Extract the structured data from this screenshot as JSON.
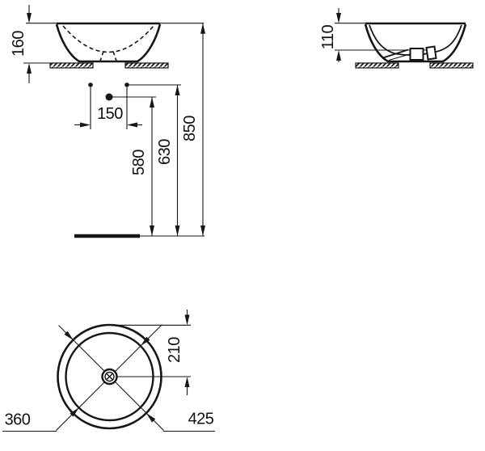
{
  "drawing": {
    "colors": {
      "line": "#161616",
      "background": "#ffffff"
    },
    "dimensions": {
      "basin_height": "160",
      "bowl_depth": "110",
      "tap_hole_centres": "150",
      "drain_outlet_height": "580",
      "water_supply_height": "630",
      "rim_height": "850",
      "centre_from_edge": "210",
      "bowl_inner_diameter": "360",
      "outer_diameter": "425"
    }
  }
}
